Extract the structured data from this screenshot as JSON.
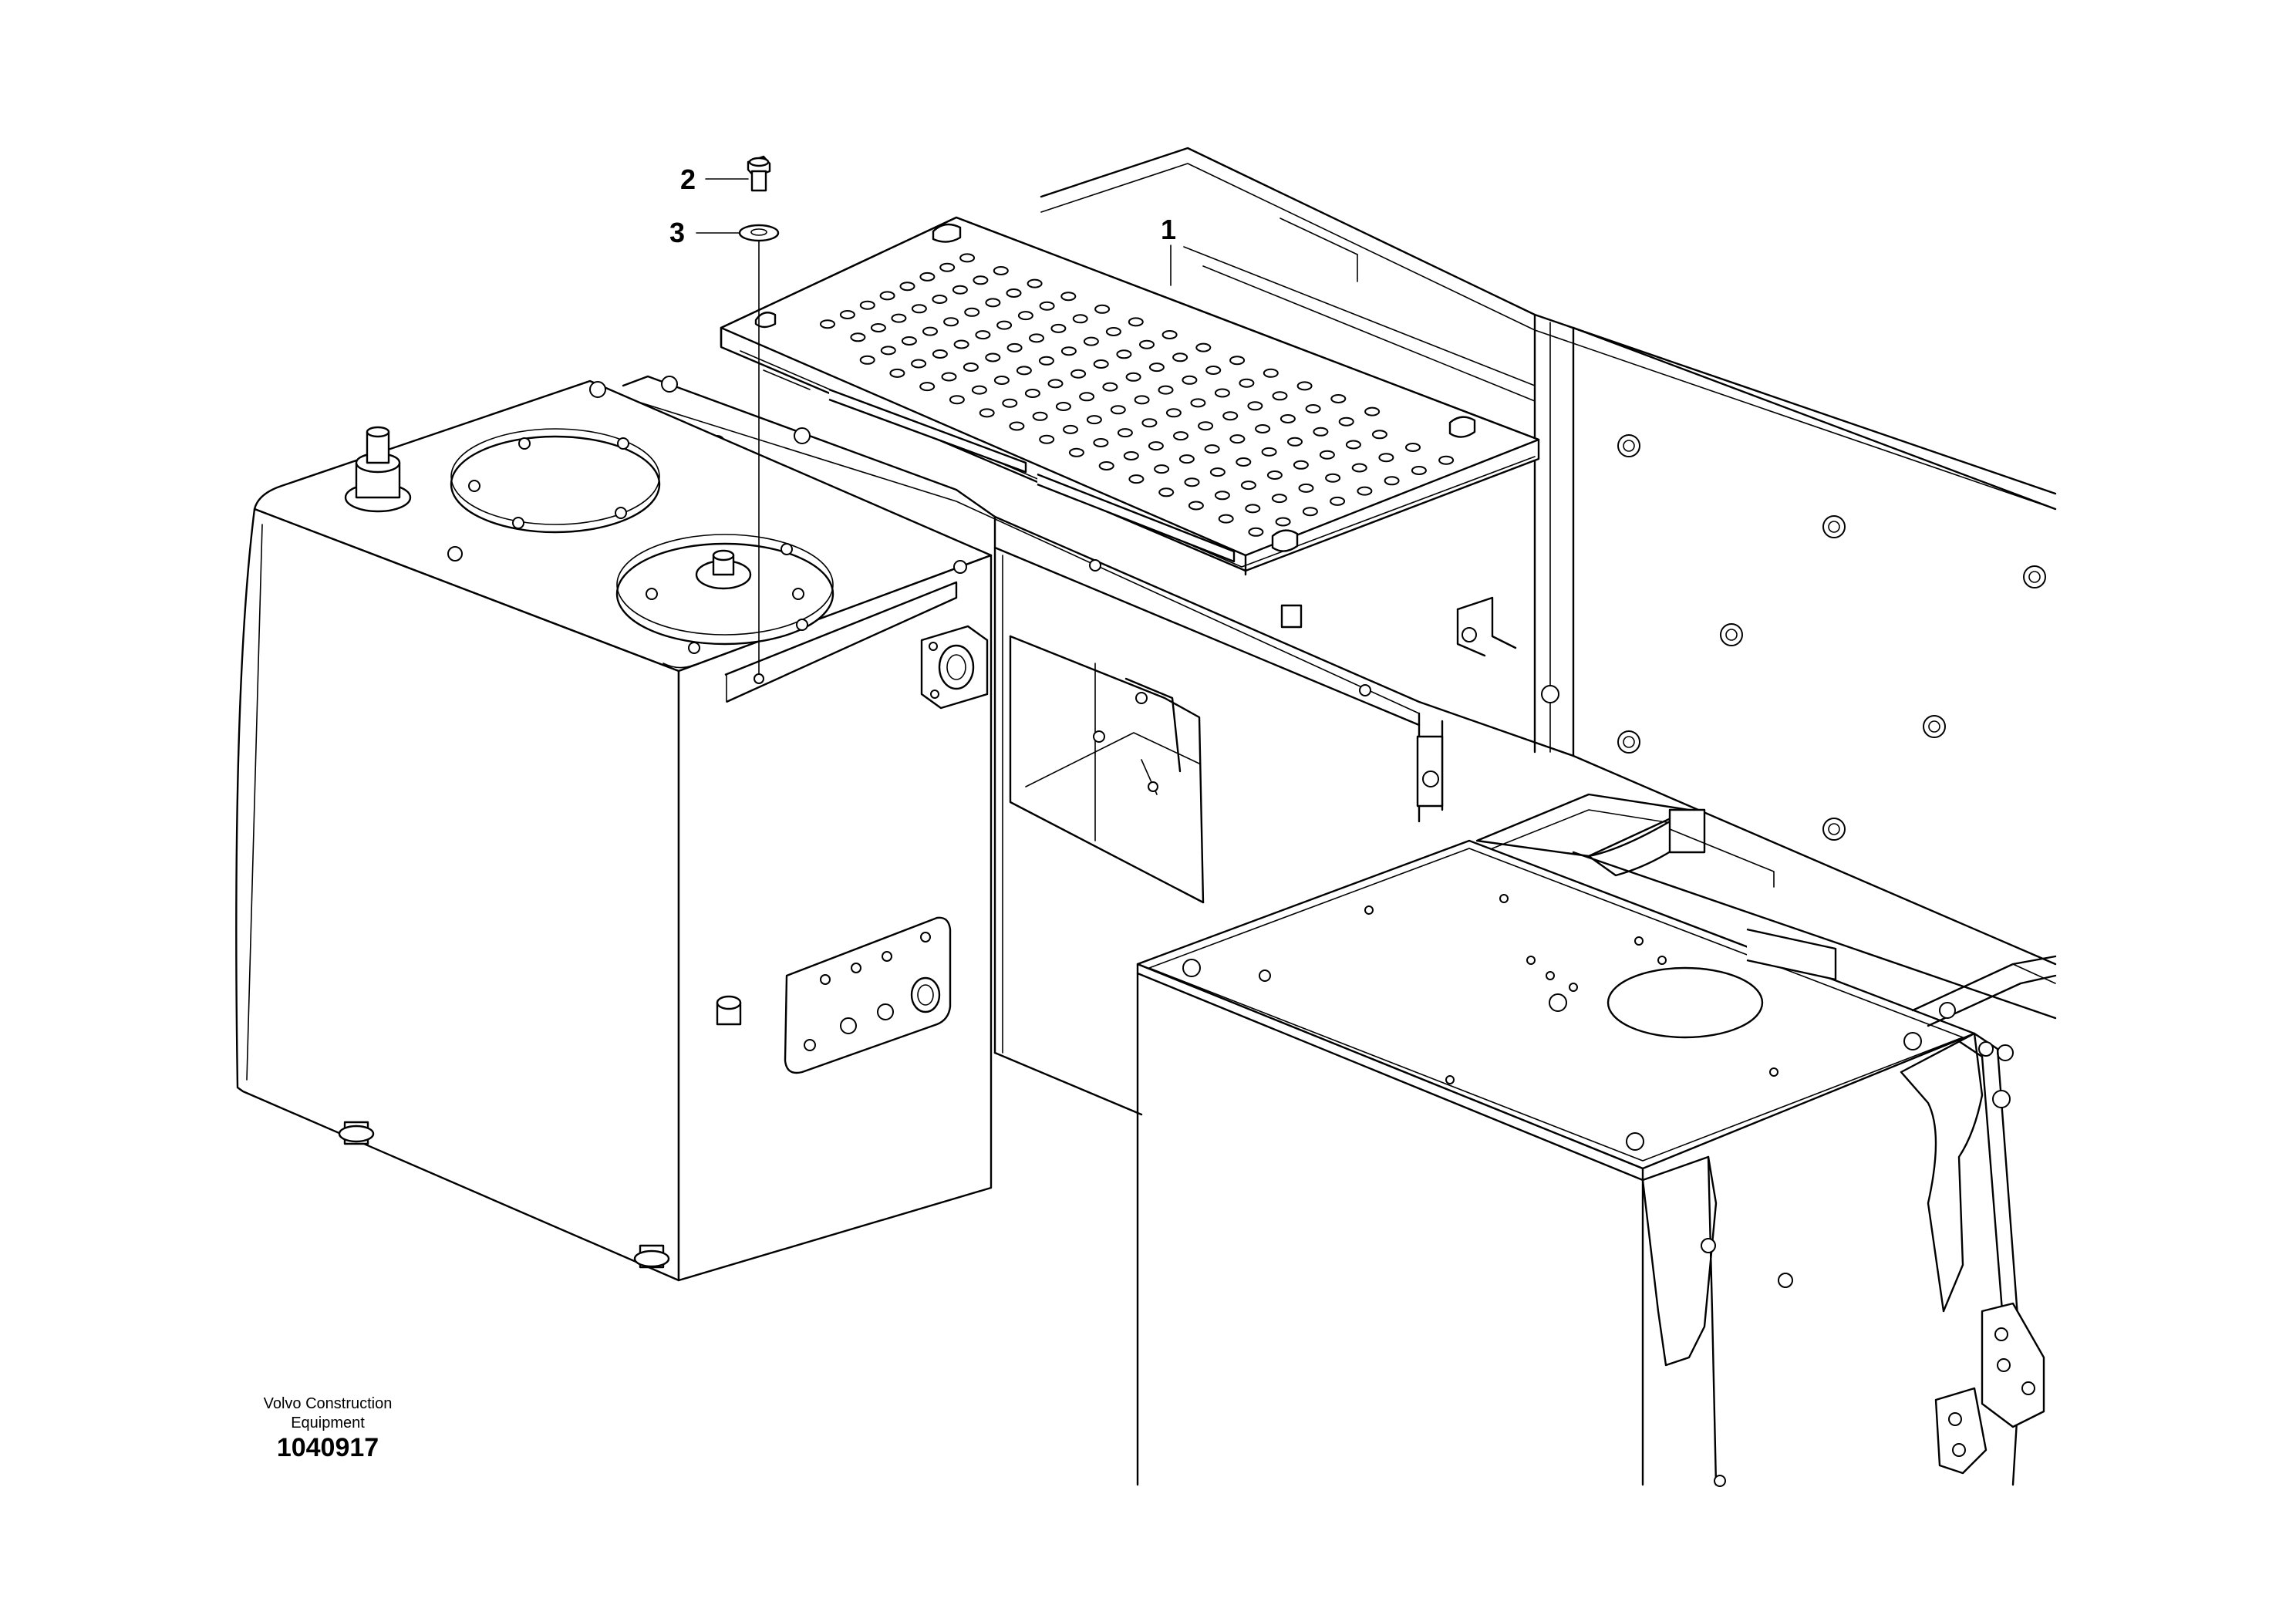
{
  "diagram": {
    "callouts": [
      {
        "id": "callout-1",
        "label": "1",
        "part": "perforated-cover-plate"
      },
      {
        "id": "callout-2",
        "label": "2",
        "part": "screw"
      },
      {
        "id": "callout-3",
        "label": "3",
        "part": "washer"
      }
    ],
    "footer": {
      "brand": "Volvo Construction\nEquipment",
      "brand_line1": "Volvo Construction",
      "brand_line2": "Equipment",
      "drawing_number": "1040917"
    }
  }
}
